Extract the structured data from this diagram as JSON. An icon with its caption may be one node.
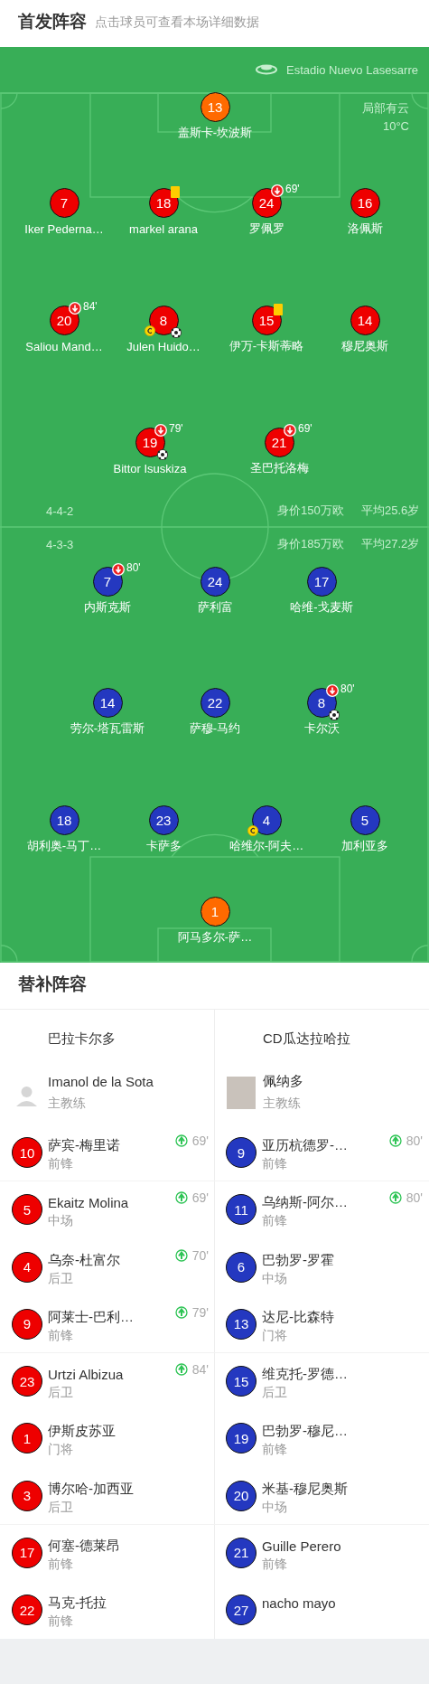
{
  "diagram": {
    "title": "首发阵容",
    "nodes": [
      {
        "text": [
          "13"
        ],
        "beside": [
          "盖斯卡-坎波斯"
        ]
      },
      {
        "text": [
          "7"
        ],
        "beside": [
          "Iker Pederna…"
        ]
      },
      {
        "text": [
          "18"
        ],
        "beside": [
          "markel arana"
        ]
      },
      {
        "text": [
          "24"
        ],
        "beside": [
          "罗佩罗",
          "69'"
        ]
      },
      {
        "text": [
          "16"
        ],
        "beside": [
          "洛佩斯"
        ]
      },
      {
        "text": [
          "20"
        ],
        "beside": [
          "Saliou Mand…",
          "84'"
        ]
      },
      {
        "text": [
          "8"
        ],
        "beside": [
          "Julen Huido…"
        ]
      },
      {
        "text": [
          "15"
        ],
        "beside": [
          "伊万-卡斯蒂略"
        ]
      },
      {
        "text": [
          "14"
        ],
        "beside": [
          "穆尼奥斯"
        ]
      },
      {
        "text": [
          "19"
        ],
        "beside": [
          "Bittor Isuskiza",
          "79'"
        ]
      },
      {
        "text": [
          "21"
        ],
        "beside": [
          "圣巴托洛梅",
          "69'"
        ]
      },
      {
        "text": [
          "7"
        ],
        "beside": [
          "内斯克斯",
          "80'"
        ]
      },
      {
        "text": [
          "24"
        ],
        "beside": [
          "萨利富"
        ]
      },
      {
        "text": [
          "17"
        ],
        "beside": [
          "哈维-戈麦斯"
        ]
      },
      {
        "text": [
          "14"
        ],
        "beside": [
          "劳尔-塔瓦雷斯"
        ]
      },
      {
        "text": [
          "22"
        ],
        "beside": [
          "萨穆-马约"
        ]
      },
      {
        "text": [
          "8"
        ],
        "beside": [
          "卡尔沃",
          "80'"
        ]
      },
      {
        "text": [
          "18"
        ],
        "beside": [
          "胡利奥-马丁…"
        ]
      },
      {
        "text": [
          "23"
        ],
        "beside": [
          "卡萨多"
        ]
      },
      {
        "text": [
          "4"
        ],
        "beside": [
          "哈维尔-阿夫…"
        ]
      },
      {
        "text": [
          "5"
        ],
        "beside": [
          "加利亚多"
        ]
      },
      {
        "text": [
          "1"
        ],
        "beside": [
          "阿马多尔-萨…"
        ]
      },
      {
        "text": [
          "10"
        ],
        "beside": [
          "萨宾-梅里诺",
          "前锋"
        ]
      },
      {
        "text": [
          "9"
        ],
        "beside": [
          "亚历杭德罗-…",
          "前锋"
        ]
      },
      {
        "text": [
          "5"
        ],
        "beside": [
          "Ekaitz Molina",
          "中场"
        ]
      },
      {
        "text": [
          "11"
        ],
        "beside": [
          "乌纳斯-阿尔…",
          "前锋"
        ]
      },
      {
        "text": [
          "4"
        ],
        "beside": [
          "乌奈-杜富尔",
          "后卫"
        ]
      },
      {
        "text": [
          "6"
        ],
        "beside": [
          "巴勃罗-罗霍",
          "中场"
        ]
      },
      {
        "text": [
          "9"
        ],
        "beside": [
          "阿莱士-巴利…",
          "前锋"
        ]
      },
      {
        "text": [
          "13"
        ],
        "beside": [
          "达尼-比森特",
          "门将"
        ]
      },
      {
        "text": [
          "23"
        ],
        "beside": [
          "Urtzi Albizua",
          "后卫"
        ]
      },
      {
        "text": [
          "15"
        ],
        "beside": [
          "维克托-罗德…",
          "后卫"
        ]
      },
      {
        "text": [
          "1"
        ],
        "beside": [
          "伊斯皮苏亚",
          "门将"
        ]
      },
      {
        "text": [
          "19"
        ],
        "beside": [
          "巴勃罗-穆尼…",
          "前锋"
        ]
      },
      {
        "text": [
          "3"
        ],
        "beside": [
          "博尔哈-加西亚",
          "后卫"
        ]
      },
      {
        "text": [
          "20"
        ],
        "beside": [
          "米基-穆尼奥斯",
          "中场"
        ]
      },
      {
        "text": [
          "17"
        ],
        "beside": [
          "何塞-德莱昂",
          "前锋"
        ]
      },
      {
        "text": [
          "21"
        ],
        "beside": [
          "Guille Perero",
          "前锋"
        ]
      },
      {
        "text": [
          "22"
        ],
        "beside": [
          "马克-托拉",
          "前锋"
        ]
      },
      {
        "text": [
          "27"
        ],
        "beside": [
          "nacho mayo"
        ]
      }
    ],
    "labels": [
      "点击球员可查看本场详细数据",
      "Estadio Nuevo Lasesarre",
      "局部有云",
      "10°C",
      "4-4-2",
      "身价150万欧",
      "平均25.6岁",
      "4-3-3",
      "身价185万欧",
      "平均27.2岁",
      "替补阵容",
      "巴拉卡尔多",
      "CD瓜达拉哈拉",
      "Imanol de la Sota",
      "主教练",
      "佩纳多",
      "主教练",
      "69'",
      "80'",
      "69'",
      "80'",
      "70'",
      "79'",
      "84'"
    ]
  }
}
